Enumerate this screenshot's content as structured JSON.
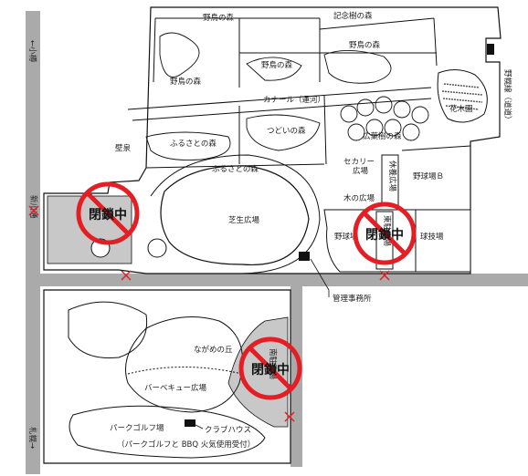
{
  "labels": {
    "yachou_mori_top": "野鳥の森",
    "kinenju_mori": "記念樹の森",
    "yachou_mori_right": "野鳥の森",
    "yachou_mori_mid": "野鳥の森",
    "yachou_mori_left": "野鳥の森",
    "canal": "カナール（運河）",
    "kaboku_en": "花木園",
    "tsudoi_mori": "つどいの森",
    "furusato_mori_upper": "ふるさとの森",
    "furusato_mori_lower": "ふるさとの森",
    "koyoju_mori": "広葉樹の森",
    "hekisen": "壁泉",
    "sekari_hiroba_1": "セカリー",
    "sekari_hiroba_2": "広場",
    "kyuyou_hiroba": "休養広場",
    "yakyujo_b": "野球場Ｂ",
    "ki_no_hiroba": "木の広場",
    "shibafu_hiroba": "芝生広場",
    "yakyujo_left": "野球場",
    "kyugijo": "球技場",
    "higashi_chushajo": "東駐車場",
    "kanri_jimusho": "管理事務所",
    "nagame_no_oka": "ながめの丘",
    "bbq_hiroba": "バーベキュー広場",
    "minami_chushajo": "南駐車場",
    "park_golf": "パークゴルフ場",
    "clubhouse": "クラブハウス",
    "clubhouse_note": "（パークゴルフと BBQ 火気使用受付）",
    "shinkawa_dori": "新川通",
    "to_otaru": "←小樽",
    "to_sapporo": "札幌→",
    "yamanote": "野幌線（道道）"
  },
  "closures": [
    {
      "id": "west",
      "text": "閉鎖中"
    },
    {
      "id": "east",
      "text": "閉鎖中"
    },
    {
      "id": "south",
      "text": "閉鎖中"
    }
  ],
  "colors": {
    "road": "#aaaaaa",
    "closed_circle": "#e31e24",
    "closed_area": "#c8c8c8",
    "x_mark": "#e31e24",
    "building": "#111111"
  }
}
